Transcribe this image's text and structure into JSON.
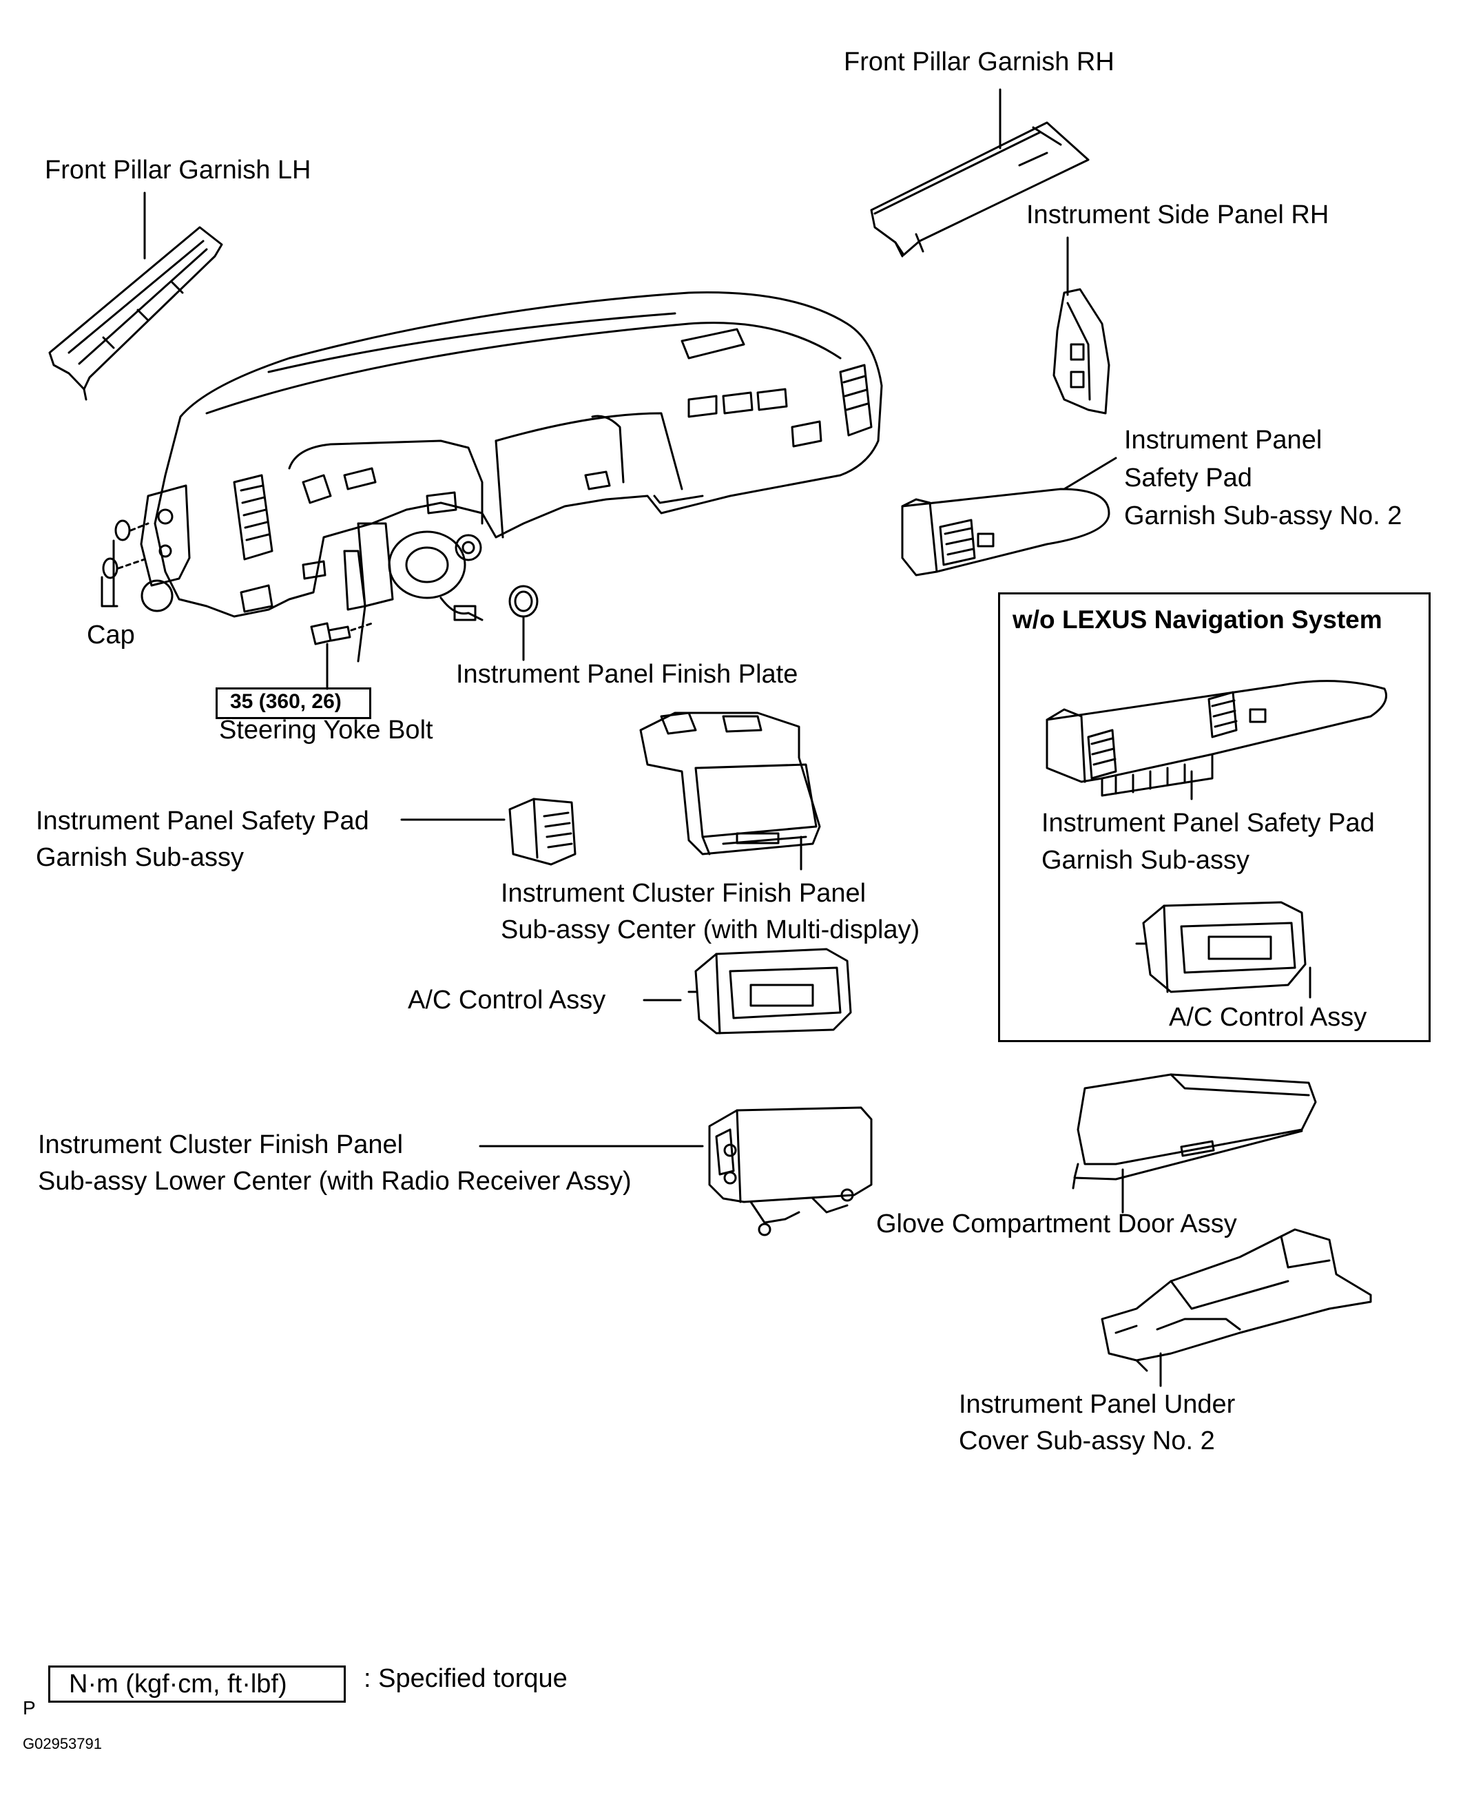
{
  "labels": {
    "front_pillar_rh": "Front Pillar Garnish RH",
    "front_pillar_lh": "Front Pillar Garnish LH",
    "side_panel_rh": "Instrument Side Panel RH",
    "safety_pad_no2_l1": "Instrument Panel",
    "safety_pad_no2_l2": "Safety Pad",
    "safety_pad_no2_l3": "Garnish Sub-assy No. 2",
    "cap": "Cap",
    "torque_value": "35 (360, 26)",
    "steering_yoke_bolt": "Steering Yoke Bolt",
    "finish_plate": "Instrument Panel Finish Plate",
    "safety_pad_l1": "Instrument Panel Safety Pad",
    "safety_pad_l2": "Garnish  Sub-assy",
    "cluster_center_l1": "Instrument Cluster Finish Panel",
    "cluster_center_l2": "Sub-assy  Center  (with Multi-display)",
    "ac_control": "A/C Control Assy",
    "cluster_lower_l1": "Instrument Cluster Finish Panel",
    "cluster_lower_l2": "Sub-assy Lower Center (with Radio Receiver Assy)",
    "glove_door": "Glove Compartment Door Assy",
    "under_cover_l1": "Instrument  Panel  Under",
    "under_cover_l2": "Cover Sub-assy No. 2"
  },
  "inset": {
    "title": "w/o LEXUS Navigation System",
    "safety_pad_l1": "Instrument Panel Safety Pad",
    "safety_pad_l2": "Garnish  Sub-assy",
    "ac_control": "A/C Control Assy"
  },
  "legend": {
    "unit": "N·m (kgf·cm, ft·lbf)",
    "desc": ": Specified torque",
    "marker": "P",
    "figure_code": "G02953791"
  }
}
